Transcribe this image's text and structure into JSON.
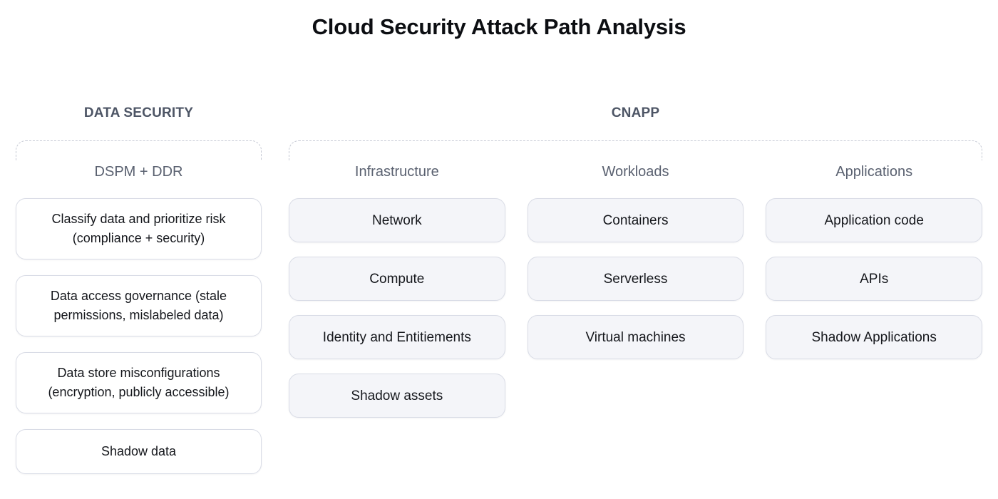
{
  "title": "Cloud Security Attack Path Analysis",
  "sections": {
    "data_security": {
      "header": "DATA SECURITY",
      "group_label": "DSPM + DDR",
      "cards": [
        "Classify data and prioritize risk (compliance + security)",
        "Data access governance (stale permissions, mislabeled data)",
        "Data store misconfigurations (encryption, publicly accessible)",
        "Shadow data"
      ]
    },
    "cnapp": {
      "header": "CNAPP",
      "columns": [
        {
          "label": "Infrastructure",
          "cards": [
            "Network",
            "Compute",
            "Identity and Entitiements",
            "Shadow assets"
          ]
        },
        {
          "label": "Workloads",
          "cards": [
            "Containers",
            "Serverless",
            "Virtual machines"
          ]
        },
        {
          "label": "Applications",
          "cards": [
            "Application code",
            "APIs",
            "Shadow Applications"
          ]
        }
      ]
    }
  },
  "colors": {
    "title_text": "#0c0e12",
    "section_header_text": "#4d5565",
    "group_label_text": "#5a6170",
    "card_text": "#15171c",
    "card_border": "#d9dce6",
    "cnapp_card_fill": "#f4f5f9",
    "dashed_outline": "#c4c8d3",
    "background": "#ffffff"
  }
}
